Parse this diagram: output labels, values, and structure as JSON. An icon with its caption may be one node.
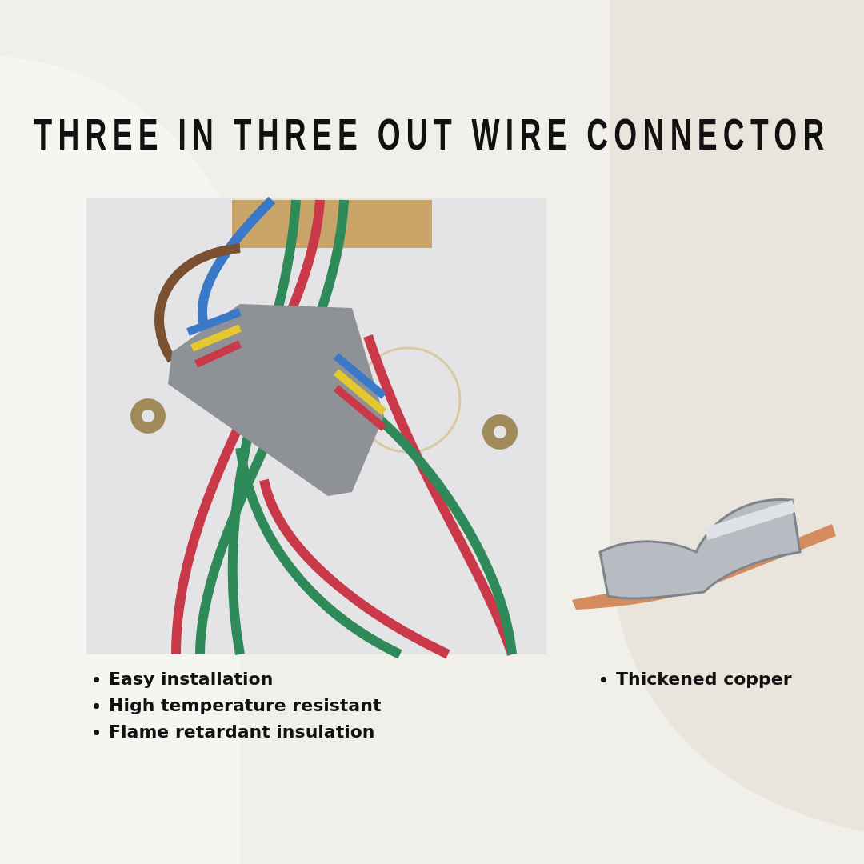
{
  "diagram": {
    "title": "THREE IN THREE OUT WIRE CONNECTOR",
    "labels": [
      "Easy installation",
      "High temperature resistant",
      "Flame retardant insulation",
      "Thickened copper"
    ]
  }
}
